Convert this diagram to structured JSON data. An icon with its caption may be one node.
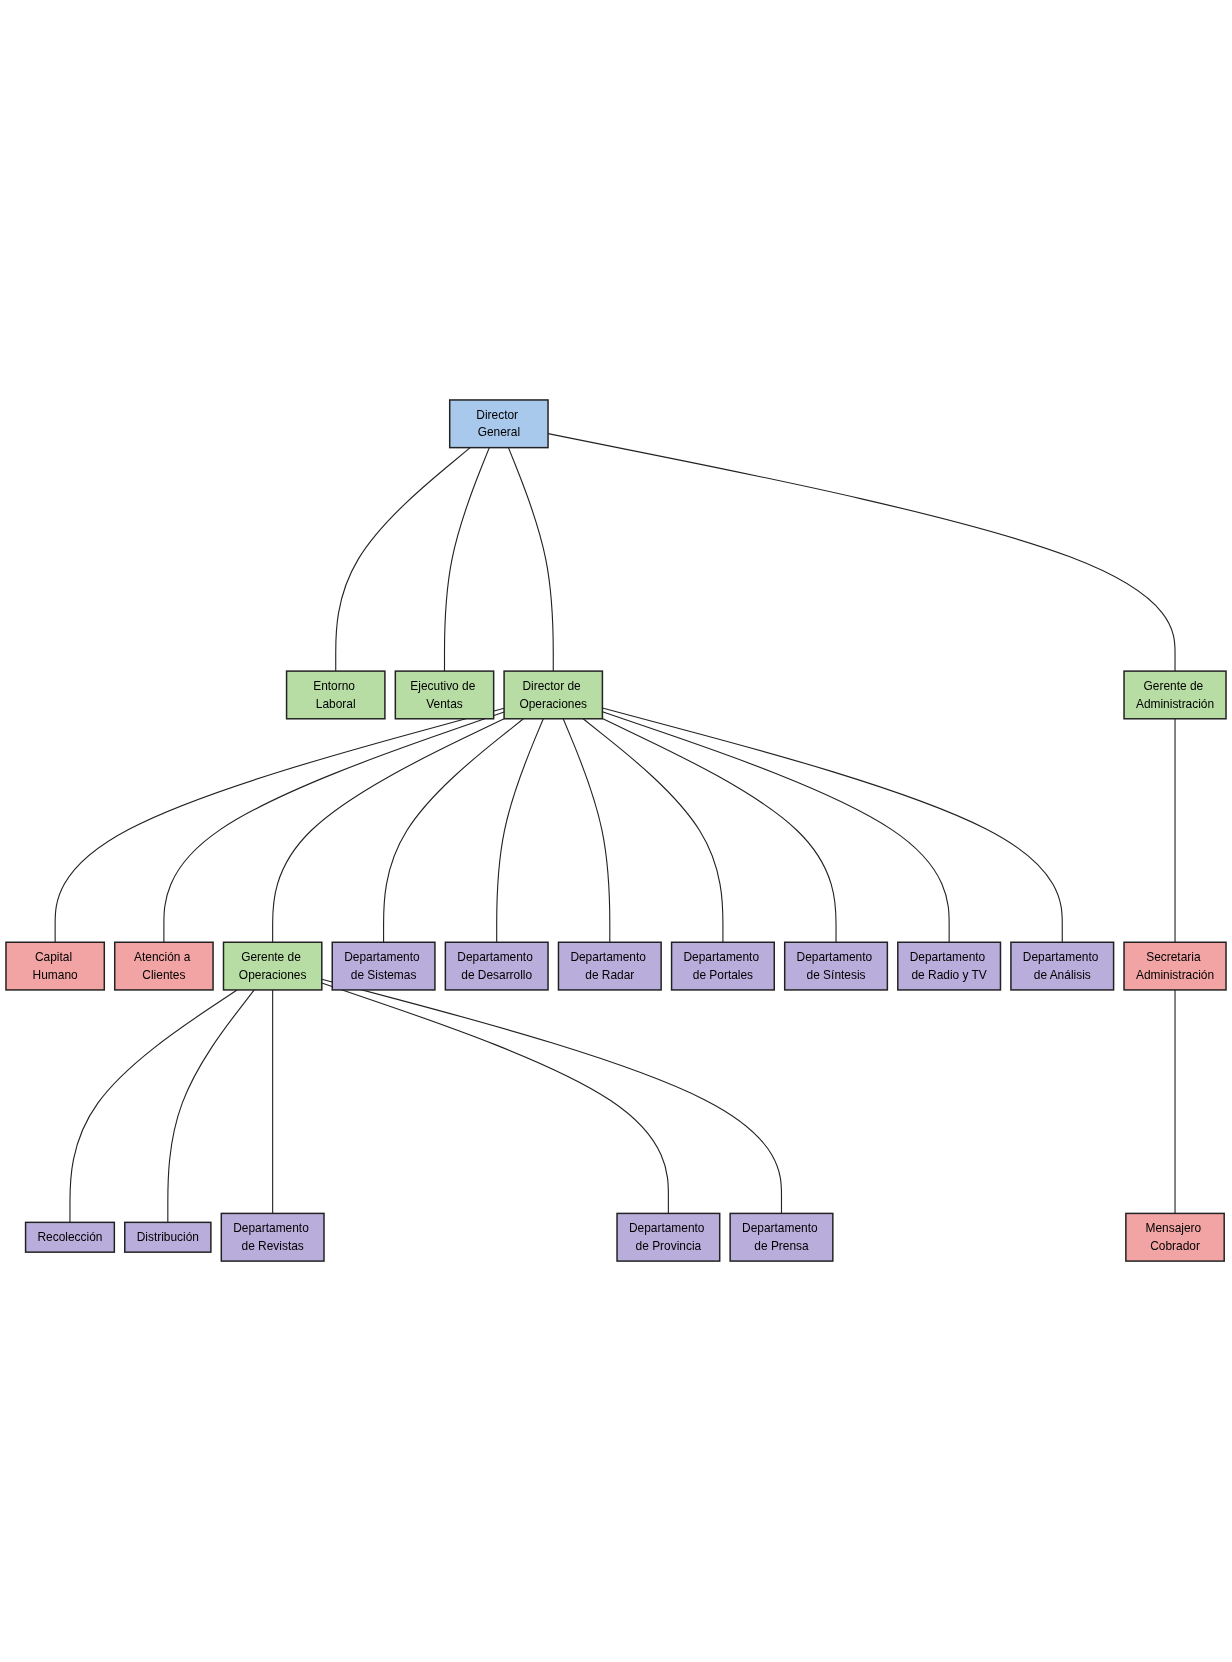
{
  "diagram": {
    "nodes": [
      {
        "text": [
          "Director General"
        ]
      },
      {
        "text": [
          "Entorno Laboral"
        ]
      },
      {
        "text": [
          "Ejecutivo de Ventas"
        ]
      },
      {
        "text": [
          "Capital Humano"
        ]
      },
      {
        "text": [
          "Director de Operaciones"
        ]
      },
      {
        "text": [
          "Atención a Clientes"
        ]
      },
      {
        "text": [
          "Gerente de Operaciones"
        ]
      },
      {
        "text": [
          "Gerente de Administración"
        ]
      },
      {
        "text": [
          "Secretaria Administración"
        ]
      },
      {
        "text": [
          "Mensajero Cobrador"
        ]
      },
      {
        "text": [
          "Departamento de Sistemas"
        ]
      },
      {
        "text": [
          "Departamento de Desarrollo"
        ]
      },
      {
        "text": [
          "Departamento de Radar"
        ]
      },
      {
        "text": [
          "Departamento de Portales"
        ]
      },
      {
        "text": [
          "Departamento de Síntesis"
        ]
      },
      {
        "text": [
          "Departamento de Radio y TV"
        ]
      },
      {
        "text": [
          "Departamento de Análisis"
        ]
      },
      {
        "text": [
          "Recolección"
        ]
      },
      {
        "text": [
          "Distribución"
        ]
      },
      {
        "text": [
          "Departamento de Revistas"
        ]
      },
      {
        "text": [
          "Departamento de Provincia"
        ]
      },
      {
        "text": [
          "Departamento de Prensa"
        ]
      }
    ],
    "edges": [
      {
        "from": 0,
        "to": 1,
        "arrow": "none"
      },
      {
        "from": 0,
        "to": 2,
        "arrow": "none"
      },
      {
        "from": 0,
        "to": 4,
        "arrow": "none"
      },
      {
        "from": 0,
        "to": 7,
        "arrow": "none"
      },
      {
        "from": 4,
        "to": 3,
        "arrow": "none"
      },
      {
        "from": 4,
        "to": 5,
        "arrow": "none"
      },
      {
        "from": 4,
        "to": 6,
        "arrow": "none"
      },
      {
        "from": 4,
        "to": 10,
        "arrow": "none"
      },
      {
        "from": 4,
        "to": 11,
        "arrow": "none"
      },
      {
        "from": 4,
        "to": 12,
        "arrow": "none"
      },
      {
        "from": 4,
        "to": 13,
        "arrow": "none"
      },
      {
        "from": 4,
        "to": 14,
        "arrow": "none"
      },
      {
        "from": 4,
        "to": 15,
        "arrow": "none"
      },
      {
        "from": 4,
        "to": 16,
        "arrow": "none"
      },
      {
        "from": 6,
        "to": 17,
        "arrow": "none"
      },
      {
        "from": 6,
        "to": 18,
        "arrow": "none"
      },
      {
        "from": 6,
        "to": 19,
        "arrow": "none"
      },
      {
        "from": 6,
        "to": 20,
        "arrow": "none"
      },
      {
        "from": 6,
        "to": 21,
        "arrow": "none"
      },
      {
        "from": 7,
        "to": 8,
        "arrow": "none"
      },
      {
        "from": 8,
        "to": 9,
        "arrow": "none"
      }
    ]
  }
}
